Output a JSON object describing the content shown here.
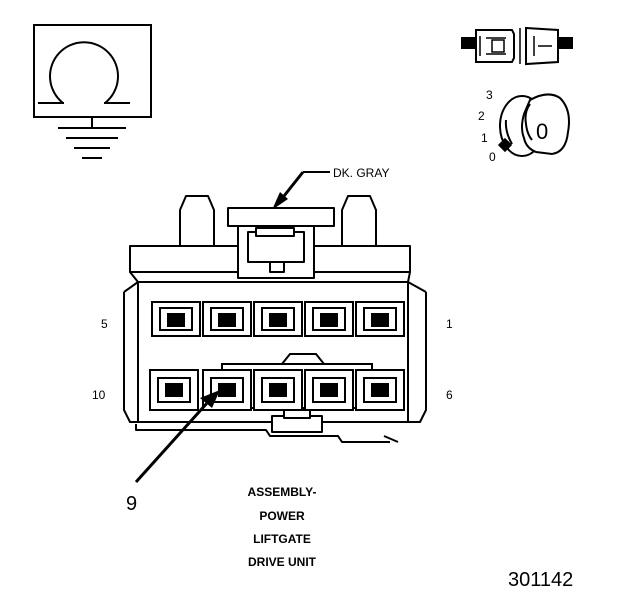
{
  "connector": {
    "wire_color_label": "DK. GRAY",
    "pin_labels": {
      "top_left": "5",
      "top_right": "1",
      "bottom_left": "10",
      "bottom_right": "6"
    },
    "callout_pin": "9",
    "title_lines": [
      "ASSEMBLY-",
      "POWER",
      "LIFTGATE",
      "DRIVE UNIT"
    ]
  },
  "ignition_key": {
    "positions": [
      "3",
      "2",
      "1",
      "0"
    ],
    "key_label": "0"
  },
  "figure_number": "301142",
  "icons": {
    "ohmmeter": "ohmmeter-ground-icon",
    "connector_plug": "disconnected-connector-icon",
    "ignition": "ignition-key-icon"
  }
}
